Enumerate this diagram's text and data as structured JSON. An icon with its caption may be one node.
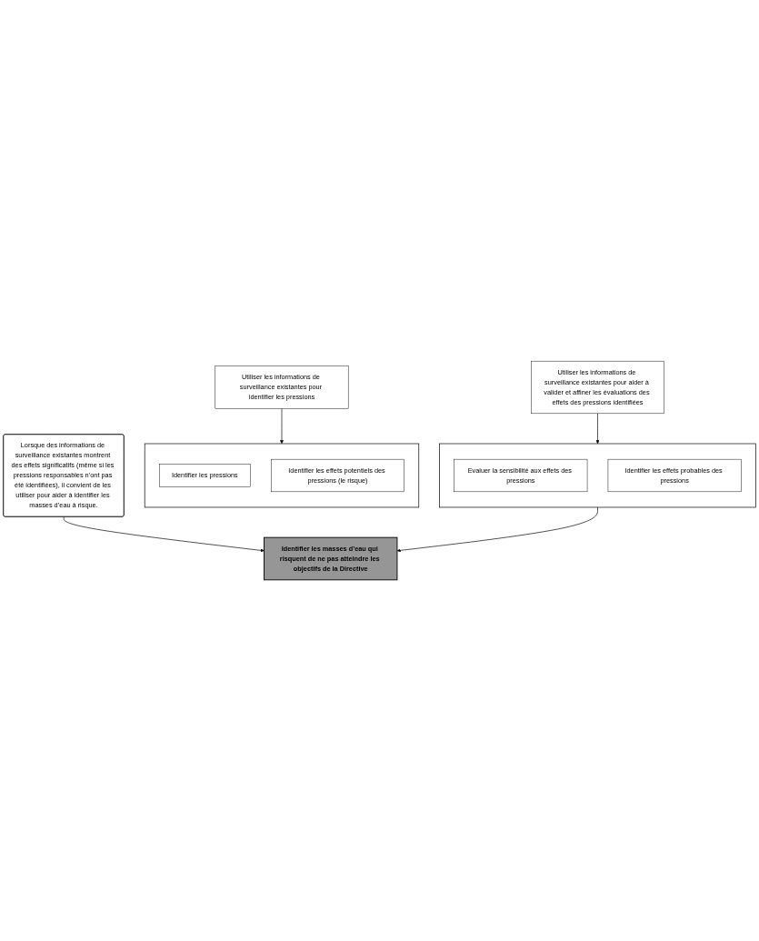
{
  "diagram": {
    "nodes": [
      {
        "text": [],
        "shape": "box"
      },
      {
        "text": [
          "Identifier les pressions"
        ],
        "in": 0
      },
      {
        "text": [
          "Identifier les effets potentiels des pressions (le risque)"
        ],
        "in": 0
      },
      {
        "text": [
          "Utiliser les informations de surveillance existantes pour identifier les pressions"
        ]
      },
      {
        "text": [],
        "shape": "box"
      },
      {
        "text": [
          "Evaluer la sensibilité aux effets des pressions"
        ],
        "in": 4
      },
      {
        "text": [
          "Identifier les effets probables des pressions"
        ],
        "in": 4
      },
      {
        "text": [
          "Utiliser les informations de surveillance existantes pour aider à valider et affiner les évaluations des effets des pressions identifiées"
        ]
      },
      {
        "text": [
          "Lorsque des informations de surveillance existantes montrent des effets significatifs (même si les pressions responsables n’ont pas été identifiées), il convient de les utiliser pour aider à identifier les masses d’eau à risque."
        ]
      },
      {
        "text": [
          "Identifier les masses d’eau qui risquent de ne pas atteindre les objectifs de la Directive"
        ]
      }
    ],
    "edges": [
      {
        "from": 3,
        "to": 0,
        "arrow": "to"
      },
      {
        "from": 7,
        "to": 4,
        "arrow": "to"
      },
      {
        "from": 4,
        "to": 9,
        "arrow": "to"
      },
      {
        "from": 8,
        "to": 9,
        "arrow": "to"
      }
    ]
  }
}
